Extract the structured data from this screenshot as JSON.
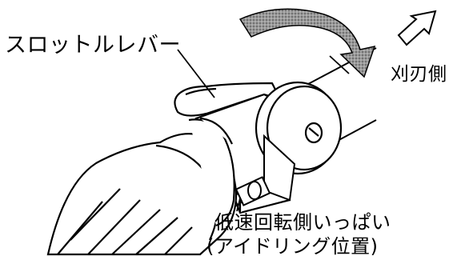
{
  "labels": {
    "throttle_lever": "スロットルレバー",
    "blade_side": "刈刃側",
    "idle_line1": "低速回転側いっぱい",
    "idle_line2": "(アイドリング位置)"
  },
  "colors": {
    "ink": "#000000",
    "paper": "#ffffff",
    "arrow_fill": "#8a8a8a"
  },
  "icons": {
    "rotation_arrow": "curved-arrow-icon",
    "direction_arrow": "outline-arrow-icon"
  }
}
